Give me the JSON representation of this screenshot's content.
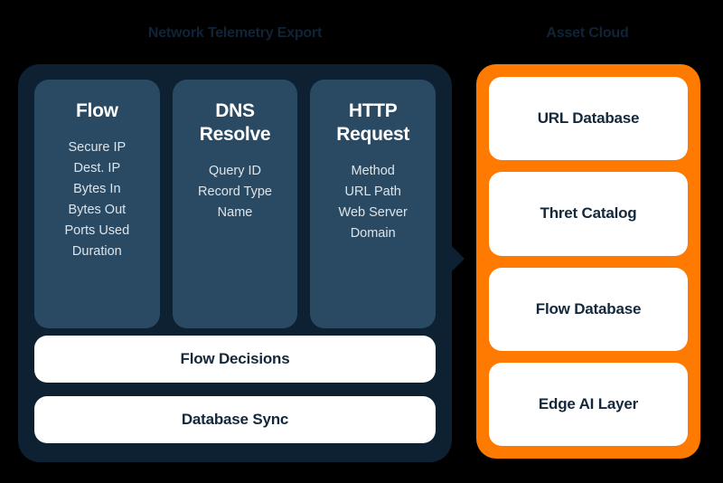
{
  "diagram": {
    "background_color": "#000000",
    "panels": [
      {
        "id": "network-telemetry-export",
        "title": "Network Telemetry Export",
        "color": "#0E2132",
        "accent_inner_color": "#2A4A63"
      },
      {
        "id": "asset-cloud",
        "title": "Asset Cloud",
        "color": "#FF7A00"
      }
    ],
    "connector": {
      "name": "flow-arrow",
      "direction": "right",
      "color": "#0E2132"
    }
  },
  "telemetry": {
    "title": "Network Telemetry Export",
    "columns": [
      {
        "heading": "Flow",
        "heading_lines": [
          "Flow"
        ],
        "fields": [
          "Secure IP",
          "Dest. IP",
          "Bytes In",
          "Bytes Out",
          "Ports Used",
          "Duration"
        ]
      },
      {
        "heading": "DNS Resolve",
        "heading_lines": [
          "DNS",
          "Resolve"
        ],
        "fields": [
          "Query ID",
          "Record Type",
          "Name"
        ]
      },
      {
        "heading": "HTTP Request",
        "heading_lines": [
          "HTTP",
          "Request"
        ],
        "fields": [
          "Method",
          "URL Path",
          "Web Server",
          "Domain"
        ]
      }
    ],
    "bars": [
      "Flow Decisions",
      "Database Sync"
    ]
  },
  "asset_cloud": {
    "title": "Asset Cloud",
    "items": [
      "URL Database",
      "Thret Catalog",
      "Flow Database",
      "Edge AI Layer"
    ]
  }
}
